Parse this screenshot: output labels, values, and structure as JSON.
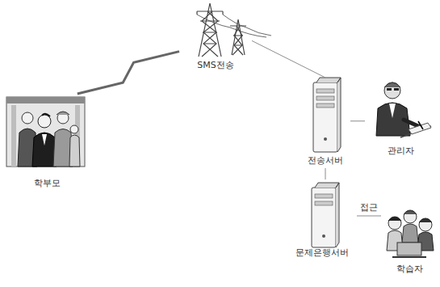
{
  "diagram": {
    "nodes": [
      {
        "text": [
          "SMS전송"
        ]
      },
      {
        "text": [
          "학부모"
        ]
      },
      {
        "text": [
          "전송서버"
        ]
      },
      {
        "text": [
          "관리자"
        ]
      },
      {
        "text": [
          "문제은행서버"
        ]
      },
      {
        "text": [
          "학습자"
        ]
      }
    ],
    "edges": [
      {
        "from": 0,
        "to": 1,
        "arrow": "none"
      },
      {
        "from": 0,
        "to": 2,
        "arrow": "none"
      },
      {
        "from": 2,
        "to": 3,
        "arrow": "none"
      },
      {
        "from": 2,
        "to": 4,
        "arrow": "none"
      },
      {
        "from": 4,
        "to": 5,
        "label": "접근",
        "arrow": "none"
      }
    ]
  }
}
